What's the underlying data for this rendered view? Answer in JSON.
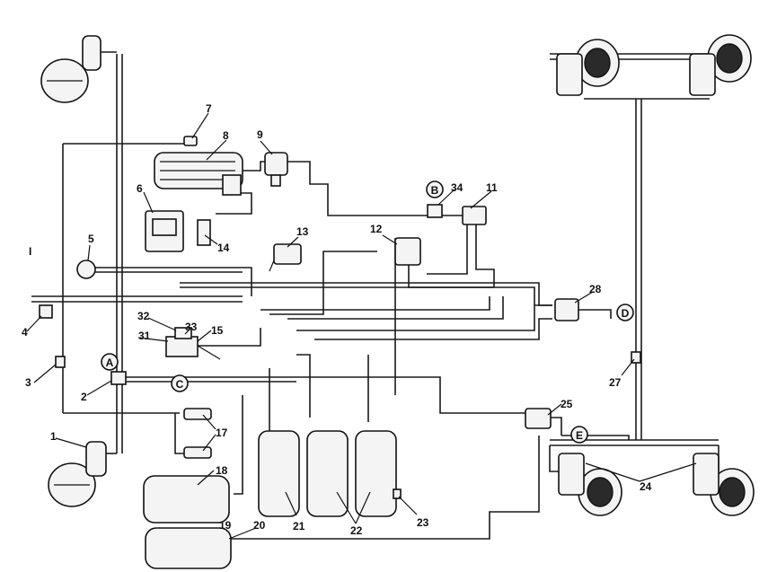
{
  "diagram": {
    "marker_top_left": "I",
    "circle_markers": {
      "A": "A",
      "B": "B",
      "C": "C",
      "D": "D",
      "E": "E"
    },
    "callouts": {
      "n1": "1",
      "n2": "2",
      "n3": "3",
      "n4": "4",
      "n5": "5",
      "n6": "6",
      "n7": "7",
      "n8": "8",
      "n9": "9",
      "n11": "11",
      "n12": "12",
      "n13": "13",
      "n14": "14",
      "n15": "15",
      "n17": "17",
      "n18": "18",
      "n19": "19",
      "n20": "20",
      "n21": "21",
      "n22": "22",
      "n23": "23",
      "n24": "24",
      "n25": "25",
      "n27": "27",
      "n28": "28",
      "n31": "31",
      "n32": "32",
      "n33": "33",
      "n34": "34"
    }
  }
}
